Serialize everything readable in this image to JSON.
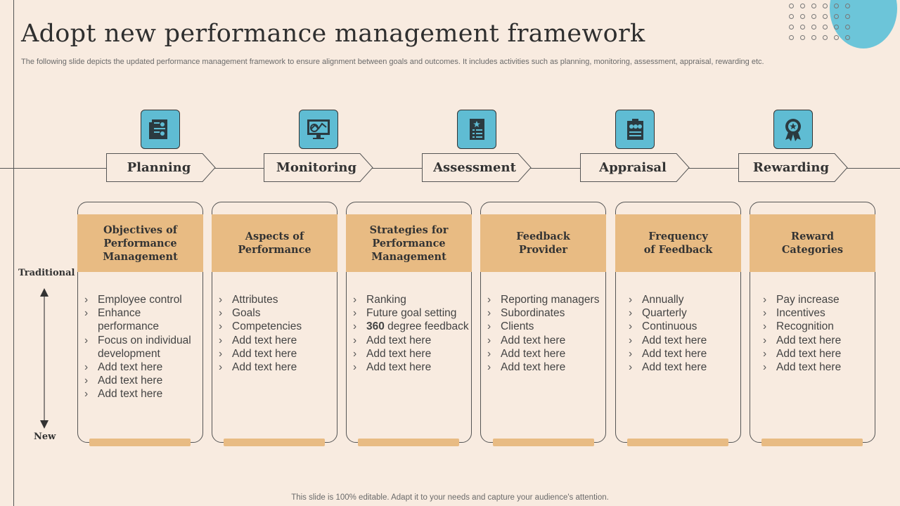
{
  "title": "Adopt new performance management framework",
  "subtitle": "The following slide depicts the updated performance management framework to ensure alignment between goals and outcomes. It includes activities such as planning, monitoring, assessment, appraisal, rewarding etc.",
  "stages": [
    {
      "label": "Planning",
      "icon": "report-document-icon"
    },
    {
      "label": "Monitoring",
      "icon": "monitor-analysis-icon"
    },
    {
      "label": "Assessment",
      "icon": "checklist-icon"
    },
    {
      "label": "Appraisal",
      "icon": "clipboard-rating-icon"
    },
    {
      "label": "Rewarding",
      "icon": "award-badge-icon"
    }
  ],
  "axis": {
    "top": "Traditional",
    "bottom": "New"
  },
  "cards": [
    {
      "heading": "Objectives of\nPerformance\nManagement",
      "items": [
        "Employee control",
        "Enhance performance",
        "Focus on individual development",
        "Add text here",
        "Add text here",
        "Add text here"
      ]
    },
    {
      "heading": "Aspects of\nPerformance",
      "items": [
        "Attributes",
        "Goals",
        "Competencies",
        "Add text here",
        "Add text here",
        "Add text here"
      ]
    },
    {
      "heading": "Strategies for\nPerformance\nManagement",
      "items": [
        "Ranking",
        "Future goal setting",
        "360 degree feedback",
        "Add text here",
        "Add text here",
        "Add text here"
      ]
    },
    {
      "heading": "Feedback\nProvider",
      "items": [
        "Reporting managers",
        "Subordinates",
        "Clients",
        "Add text here",
        "Add text here",
        "Add text here"
      ]
    },
    {
      "heading": "Frequency\nof Feedback",
      "items": [
        "Annually",
        "Quarterly",
        "Continuous",
        "Add text here",
        "Add text here",
        "Add text here"
      ]
    },
    {
      "heading": "Reward\nCategories",
      "items": [
        "Pay increase",
        "Incentives",
        "Recognition",
        "Add text here",
        "Add text here",
        "Add text here"
      ]
    }
  ],
  "footer": "This slide is 100% editable. Adapt it to your needs and capture your audience's attention.",
  "colors": {
    "background": "#f8ebe0",
    "accent": "#e8bb83",
    "icon_fill": "#5fbcd3",
    "deco_circle": "#6cc5d9"
  }
}
